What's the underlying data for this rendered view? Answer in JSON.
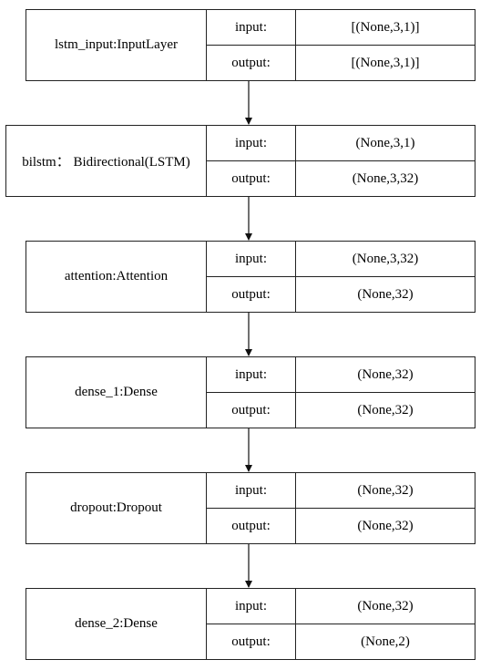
{
  "layers": [
    {
      "name": "lstm_input:InputLayer",
      "input_label": "input:",
      "input": "[(None,3,1)]",
      "output_label": "output:",
      "output": "[(None,3,1)]"
    },
    {
      "name": "bilstm： Bidirectional(LSTM)",
      "input_label": "input:",
      "input": "(None,3,1)",
      "output_label": "output:",
      "output": "(None,3,32)"
    },
    {
      "name": "attention:Attention",
      "input_label": "input:",
      "input": "(None,3,32)",
      "output_label": "output:",
      "output": "(None,32)"
    },
    {
      "name": "dense_1:Dense",
      "input_label": "input:",
      "input": "(None,32)",
      "output_label": "output:",
      "output": "(None,32)"
    },
    {
      "name": "dropout:Dropout",
      "input_label": "input:",
      "input": "(None,32)",
      "output_label": "output:",
      "output": "(None,32)"
    },
    {
      "name": "dense_2:Dense",
      "input_label": "input:",
      "input": "(None,32)",
      "output_label": "output:",
      "output": "(None,2)"
    }
  ]
}
